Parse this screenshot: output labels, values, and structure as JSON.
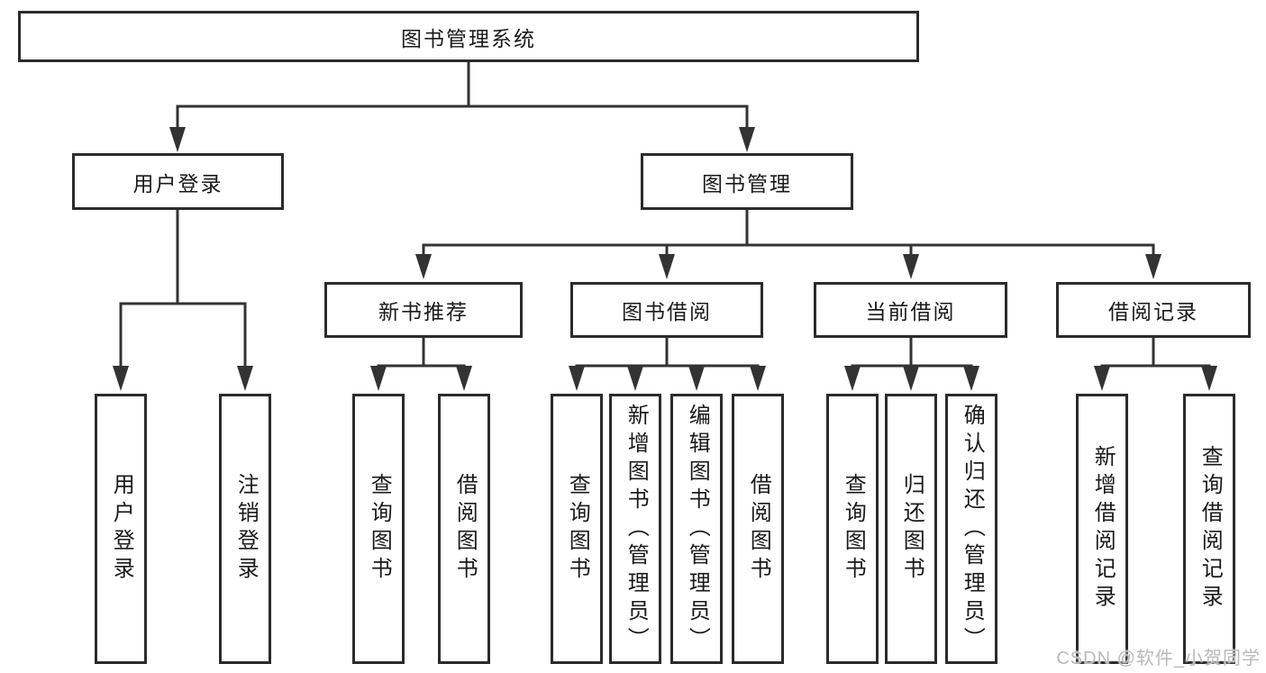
{
  "diagram_title": "图书管理系统",
  "colors": {
    "line": "#333333",
    "box_border": "#2b2b2b",
    "box_fill": "#ffffff",
    "text": "#1a1a1a",
    "watermark": "#b9b9b9",
    "background": "#ffffff"
  },
  "watermark": {
    "text": "CSDN @软件_小贺同学"
  },
  "tree": {
    "label": "图书管理系统",
    "children": [
      {
        "label": "用户登录",
        "children": [
          {
            "label": "用户登录"
          },
          {
            "label": "注销登录"
          }
        ]
      },
      {
        "label": "图书管理",
        "children": [
          {
            "label": "新书推荐",
            "children": [
              {
                "label": "查询图书"
              },
              {
                "label": "借阅图书"
              }
            ]
          },
          {
            "label": "图书借阅",
            "children": [
              {
                "label": "查询图书"
              },
              {
                "label": "新增图书（管理员）"
              },
              {
                "label": "编辑图书（管理员）"
              },
              {
                "label": "借阅图书"
              }
            ]
          },
          {
            "label": "当前借阅",
            "children": [
              {
                "label": "查询图书"
              },
              {
                "label": "归还图书"
              },
              {
                "label": "确认归还（管理员）"
              }
            ]
          },
          {
            "label": "借阅记录",
            "children": [
              {
                "label": "新增借阅记录"
              },
              {
                "label": "查询借阅记录"
              }
            ]
          }
        ]
      }
    ]
  }
}
